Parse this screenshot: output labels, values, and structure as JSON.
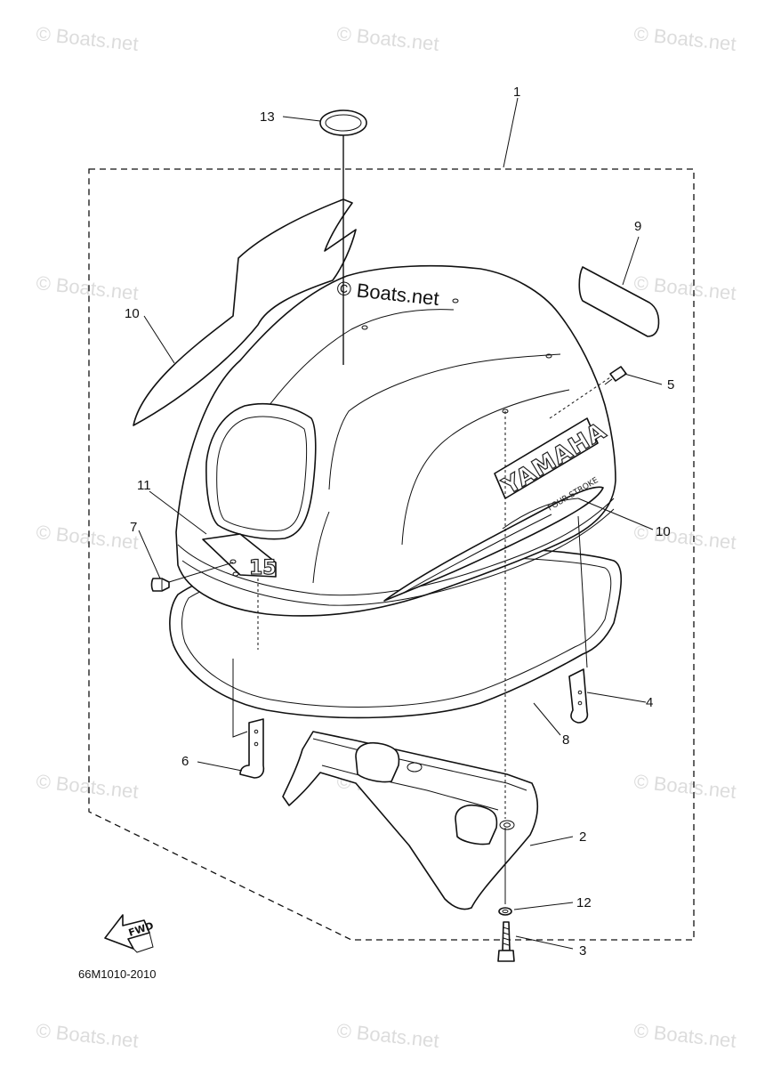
{
  "watermark": "© Boats.net",
  "center_watermark": "© Boats.net",
  "diagram_code": "66M1010-2010",
  "brand_text": "YAMAHA",
  "model_badge": "15",
  "stroke_text": "FOUR STROKE",
  "fwd_label": "FWD",
  "callouts": {
    "c1": "1",
    "c2": "2",
    "c3": "3",
    "c4": "4",
    "c5": "5",
    "c6": "6",
    "c7": "7",
    "c8": "8",
    "c9": "9",
    "c10a": "10",
    "c10b": "10",
    "c11": "11",
    "c12": "12",
    "c13": "13"
  }
}
